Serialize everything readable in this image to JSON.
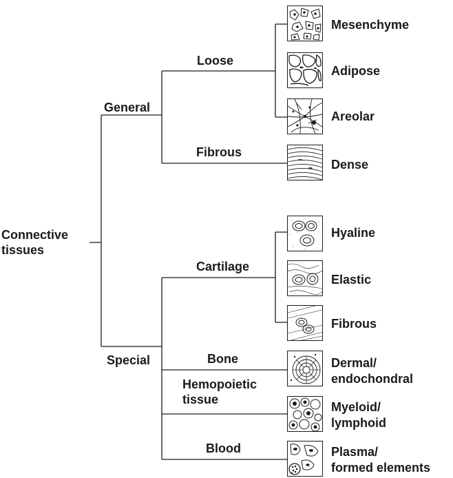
{
  "root": {
    "line1": "Connective",
    "line2": "tissues"
  },
  "branches": {
    "general": "General",
    "special": "Special"
  },
  "sub": {
    "loose": "Loose",
    "fibrous": "Fibrous",
    "cartilage": "Cartilage",
    "bone": "Bone",
    "hemopoietic_line1": "Hemopoietic",
    "hemopoietic_line2": "tissue",
    "blood": "Blood"
  },
  "leaves": {
    "mesenchyme": "Mesenchyme",
    "adipose": "Adipose",
    "areolar": "Areolar",
    "dense": "Dense",
    "hyaline": "Hyaline",
    "elastic": "Elastic",
    "fibrous_cartilage": "Fibrous",
    "dermal_line1": "Dermal/",
    "dermal_line2": "endochondral",
    "myeloid_line1": "Myeloid/",
    "myeloid_line2": "lymphoid",
    "plasma_line1": "Plasma/",
    "plasma_line2": "formed elements"
  },
  "style": {
    "line_color": "#1a1a1a",
    "text_color": "#1a1a1a"
  }
}
